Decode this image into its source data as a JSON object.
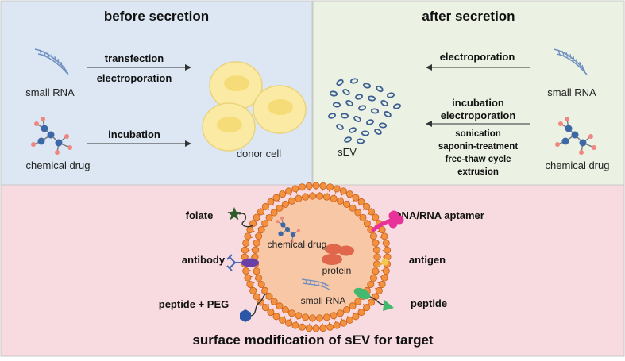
{
  "panels": {
    "before": {
      "title": "before secretion",
      "labels": {
        "small_rna": "small RNA",
        "chemical_drug": "chemical drug",
        "transfection": "transfection",
        "electroporation": "electroporation",
        "incubation": "incubation",
        "donor_cell": "donor cell"
      }
    },
    "after": {
      "title": "after secretion",
      "labels": {
        "electroporation_top": "electroporation",
        "small_rna": "small RNA",
        "incubation": "incubation",
        "electroporation_mid": "electroporation",
        "sonication": "sonication",
        "saponin": "saponin-treatment",
        "freeze_thaw": "free-thaw cycle",
        "extrusion": "extrusion",
        "sev": "sEV",
        "chemical_drug": "chemical drug"
      }
    },
    "surface": {
      "title": "surface modification of sEV for target",
      "labels": {
        "folate": "folate",
        "antibody": "antibody",
        "peptide_peg": "peptide + PEG",
        "aptamer": "DNA/RNA aptamer",
        "antigen": "antigen",
        "peptide": "peptide",
        "chemical_drug": "chemical drug",
        "protein": "protein",
        "small_rna": "small RNA"
      }
    }
  },
  "colors": {
    "before_bg": "#dce7f3",
    "after_bg": "#ebf2e3",
    "surface_bg": "#f7dbe0",
    "cell_fill": "#fbeaa3",
    "cell_stroke": "#ead37c",
    "nucleus": "#f6dc78",
    "rna": "#6f8fc0",
    "vesicle": "#3d5f93",
    "drug_node": "#3d68a8",
    "drug_end": "#f0867f",
    "bead_fill": "#f29140",
    "bead_stroke": "#c95e16",
    "lumen": "#f8c7a6",
    "protein": "#e0674c",
    "folate_star": "#2f5a2a",
    "antibody": "#6a40a8",
    "aptamer": "#e8329a",
    "antigen": "#f2c94c",
    "peptide": "#44b86e",
    "peg_hex": "#2c56a8"
  }
}
